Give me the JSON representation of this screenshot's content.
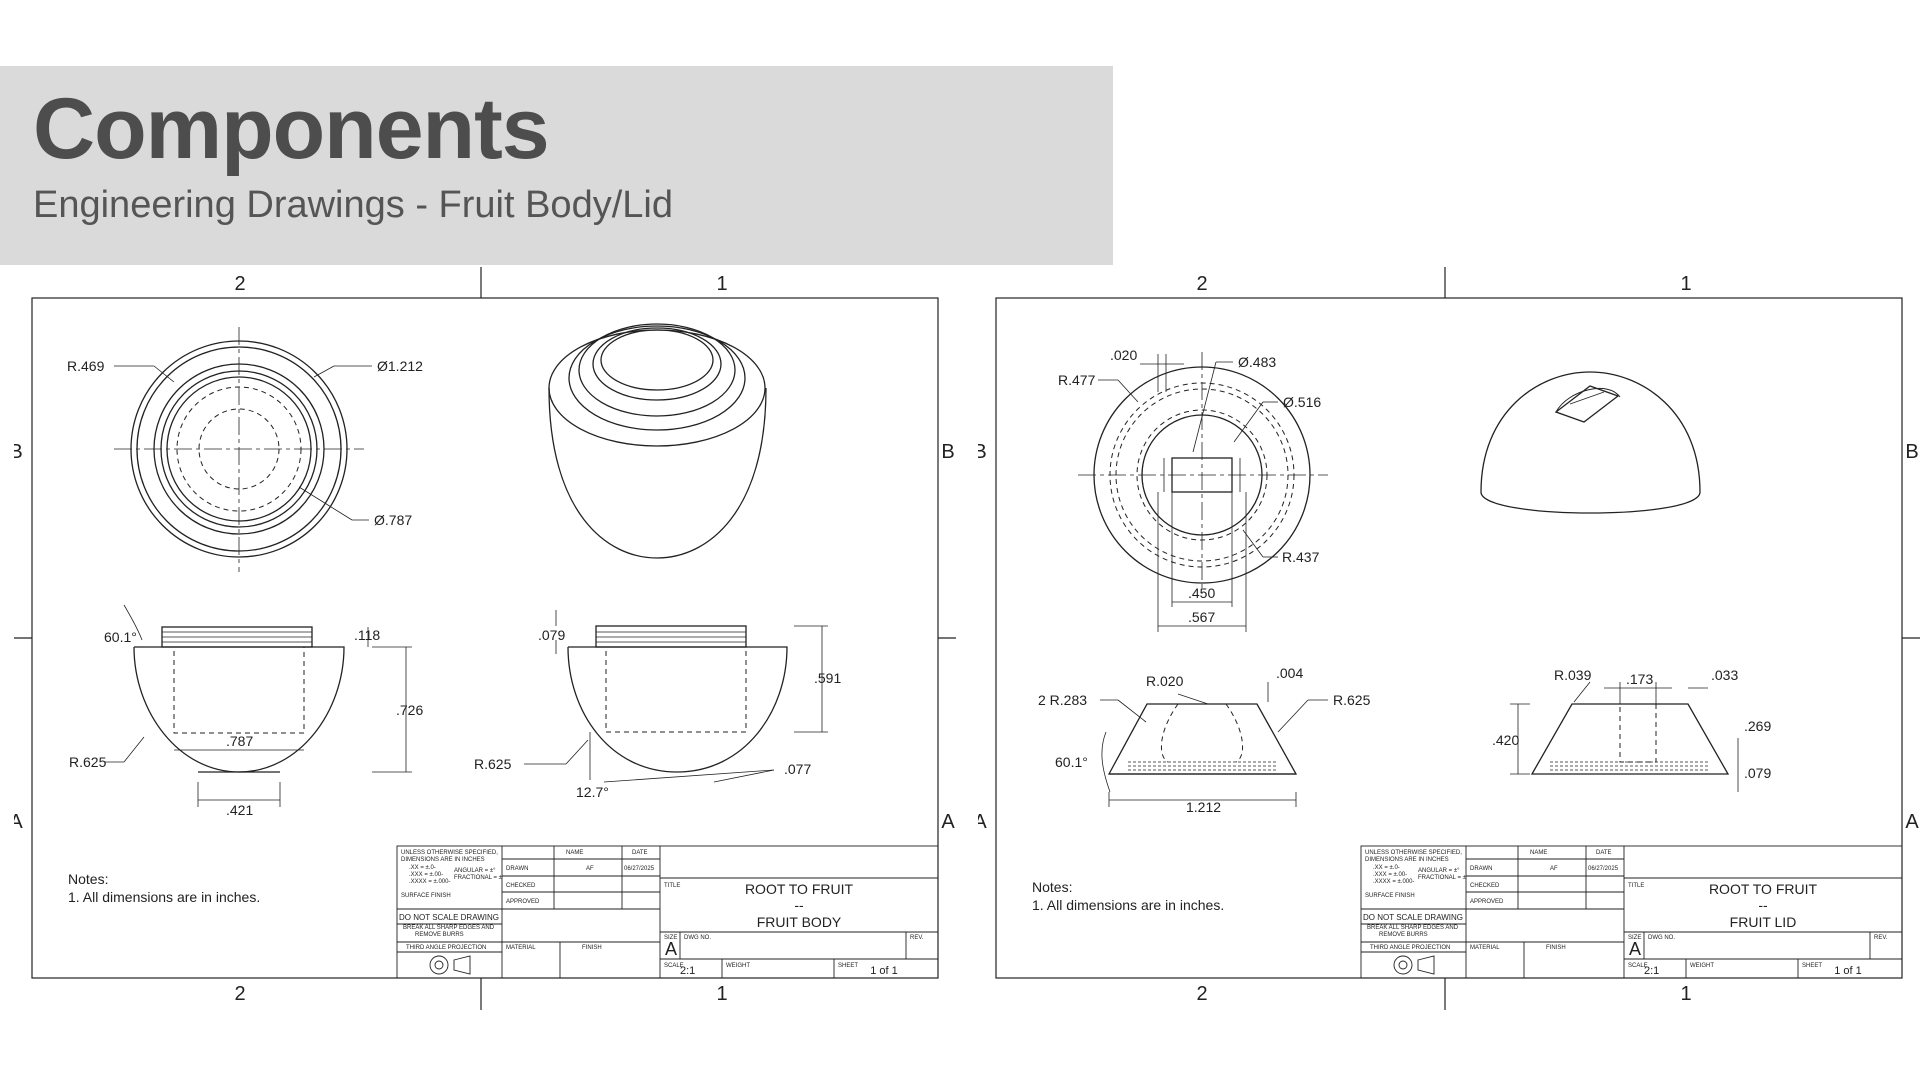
{
  "header": {
    "title": "Components",
    "subtitle": "Engineering Drawings - Fruit Body/Lid"
  },
  "zones": {
    "col_left": "2",
    "col_right": "1",
    "row_upper": "B",
    "row_lower": "A"
  },
  "title_block": {
    "tolerance_lines": [
      "UNLESS OTHERWISE SPECIFIED,",
      "DIMENSIONS ARE IN INCHES",
      ".XX = ±.0-",
      ".XXX = ±.00-",
      ".XXXX = ±.000-",
      "ANGULAR = ±°",
      "FRACTIONAL = ±",
      "SURFACE FINISH"
    ],
    "col_name": "NAME",
    "col_date": "DATE",
    "drawn": "DRAWN",
    "drawn_name": "AF",
    "drawn_date": "06/27/2025",
    "checked": "CHECKED",
    "approved": "APPROVED",
    "do_not_scale": "DO NOT SCALE DRAWING",
    "break_edges_1": "BREAK ALL SHARP EDGES AND",
    "break_edges_2": "REMOVE BURRS",
    "projection": "THIRD ANGLE PROJECTION",
    "material": "MATERIAL",
    "finish": "FINISH",
    "title_label": "TITLE",
    "size_label": "SIZE",
    "size": "A",
    "dwg_label": "DWG NO.",
    "rev_label": "REV.",
    "scale_label": "SCALE",
    "scale": "2:1",
    "weight_label": "WEIGHT",
    "sheet_label": "SHEET",
    "sheet": "1 of 1"
  },
  "drawings": [
    {
      "notes_heading": "Notes:",
      "notes_line": "1. All dimensions are in inches.",
      "title_line1": "ROOT TO FRUIT",
      "title_line2": "--",
      "title_line3": "FRUIT BODY",
      "dims": {
        "top_r": "R.469",
        "top_dia": "Ø1.212",
        "top_dia_inner": "Ø.787",
        "angle": "60.1°",
        "thread_h": ".118",
        "height": ".726",
        "bore": ".787",
        "radius": "R.625",
        "base": ".421",
        "sec_step": ".079",
        "sec_height": ".591",
        "sec_radius": "R.625",
        "sec_angle": "12.7°",
        "sec_base": ".077"
      }
    },
    {
      "notes_heading": "Notes:",
      "notes_line": "1. All dimensions are in inches.",
      "title_line1": "ROOT TO FRUIT",
      "title_line2": "--",
      "title_line3": "FRUIT LID",
      "dims": {
        "slot_w": ".020",
        "top_r": "R.477",
        "dia_a": "Ø.483",
        "dia_b": "Ø.516",
        "r_inner": "R.437",
        "w_inner": ".450",
        "w_outer": ".567",
        "front_r_edge": "R.020",
        "front_gap": ".004",
        "front_r2": "2 R.283",
        "front_r": "R.625",
        "front_angle": "60.1°",
        "front_width": "1.212",
        "sec_r": "R.039",
        "sec_slot": ".173",
        "sec_top": ".033",
        "sec_height": ".420",
        "sec_mid": ".269",
        "sec_base": ".079"
      }
    }
  ]
}
